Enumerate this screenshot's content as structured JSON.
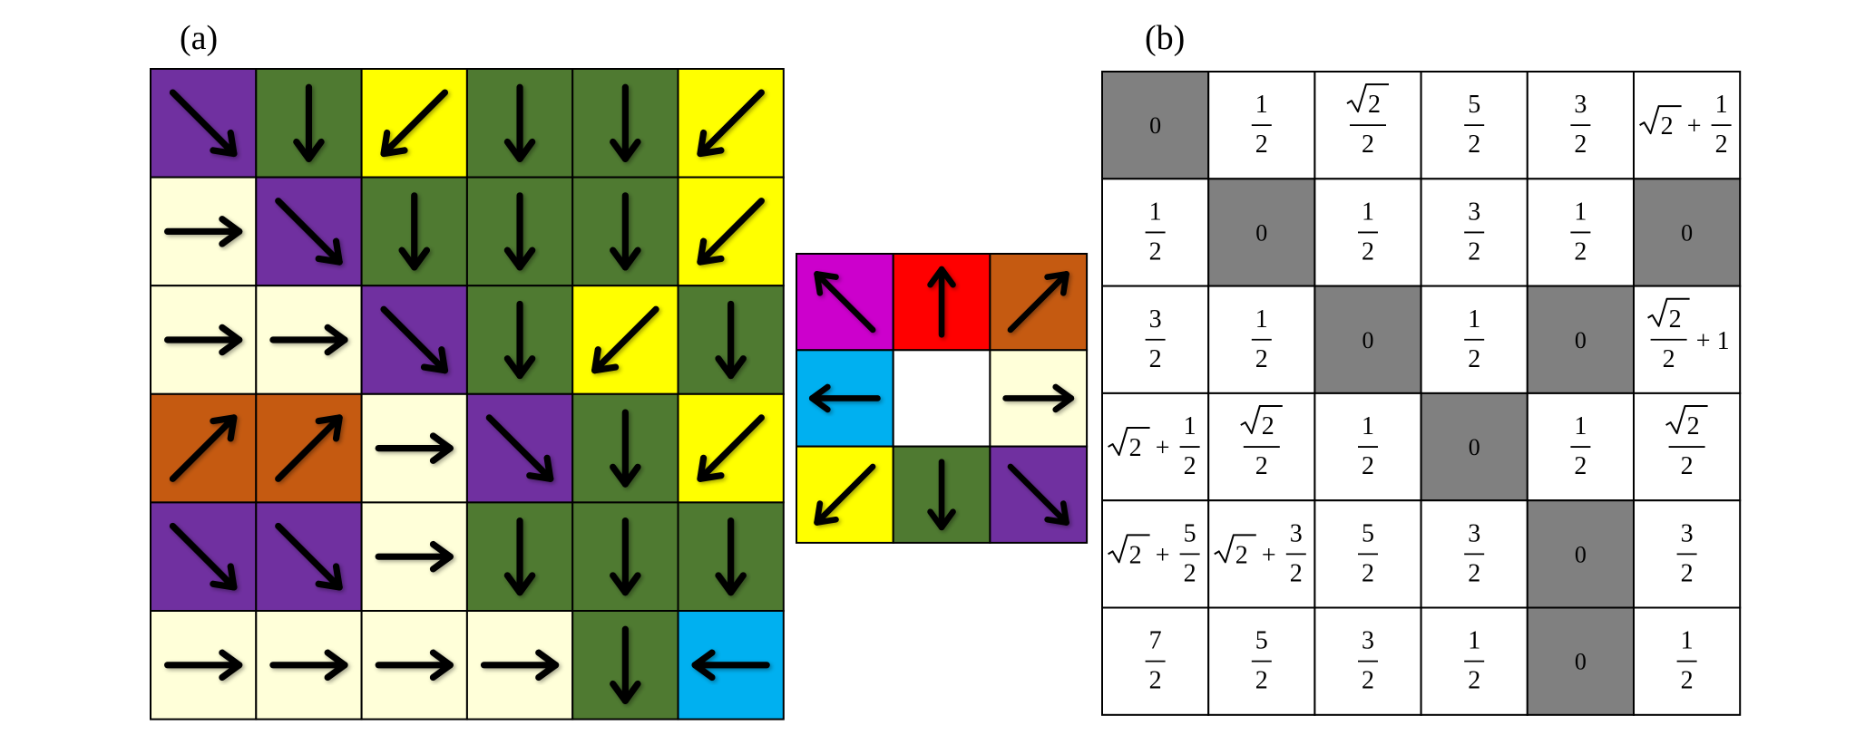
{
  "panel_a": {
    "label": "(a)",
    "grid": [
      [
        {
          "color": "purple",
          "dir": "down-right"
        },
        {
          "color": "green",
          "dir": "down"
        },
        {
          "color": "yellow",
          "dir": "down-left"
        },
        {
          "color": "green",
          "dir": "down"
        },
        {
          "color": "green",
          "dir": "down"
        },
        {
          "color": "yellow",
          "dir": "down-left"
        }
      ],
      [
        {
          "color": "cream",
          "dir": "right"
        },
        {
          "color": "purple",
          "dir": "down-right"
        },
        {
          "color": "green",
          "dir": "down"
        },
        {
          "color": "green",
          "dir": "down"
        },
        {
          "color": "green",
          "dir": "down"
        },
        {
          "color": "yellow",
          "dir": "down-left"
        }
      ],
      [
        {
          "color": "cream",
          "dir": "right"
        },
        {
          "color": "cream",
          "dir": "right"
        },
        {
          "color": "purple",
          "dir": "down-right"
        },
        {
          "color": "green",
          "dir": "down"
        },
        {
          "color": "yellow",
          "dir": "down-left"
        },
        {
          "color": "green",
          "dir": "down"
        }
      ],
      [
        {
          "color": "orange",
          "dir": "up-right"
        },
        {
          "color": "orange",
          "dir": "up-right"
        },
        {
          "color": "cream",
          "dir": "right"
        },
        {
          "color": "purple",
          "dir": "down-right"
        },
        {
          "color": "green",
          "dir": "down"
        },
        {
          "color": "yellow",
          "dir": "down-left"
        }
      ],
      [
        {
          "color": "purple",
          "dir": "down-right"
        },
        {
          "color": "purple",
          "dir": "down-right"
        },
        {
          "color": "cream",
          "dir": "right"
        },
        {
          "color": "green",
          "dir": "down"
        },
        {
          "color": "green",
          "dir": "down"
        },
        {
          "color": "green",
          "dir": "down"
        }
      ],
      [
        {
          "color": "cream",
          "dir": "right"
        },
        {
          "color": "cream",
          "dir": "right"
        },
        {
          "color": "cream",
          "dir": "right"
        },
        {
          "color": "cream",
          "dir": "right"
        },
        {
          "color": "green",
          "dir": "down"
        },
        {
          "color": "blue",
          "dir": "left"
        }
      ]
    ]
  },
  "legend": {
    "grid": [
      [
        {
          "color": "magenta",
          "dir": "up-left"
        },
        {
          "color": "red",
          "dir": "up"
        },
        {
          "color": "orange",
          "dir": "up-right"
        }
      ],
      [
        {
          "color": "blue",
          "dir": "left"
        },
        {
          "color": "white",
          "dir": "none"
        },
        {
          "color": "cream",
          "dir": "right"
        }
      ],
      [
        {
          "color": "yellow",
          "dir": "down-left"
        },
        {
          "color": "green",
          "dir": "down"
        },
        {
          "color": "purple",
          "dir": "down-right"
        }
      ]
    ]
  },
  "panel_b": {
    "label": "(b)",
    "grid": [
      [
        {
          "value": "0",
          "shaded": true
        },
        {
          "value": "1/2"
        },
        {
          "value": "√2/2"
        },
        {
          "value": "5/2"
        },
        {
          "value": "3/2"
        },
        {
          "value": "√2 + 1/2"
        }
      ],
      [
        {
          "value": "1/2"
        },
        {
          "value": "0",
          "shaded": true
        },
        {
          "value": "1/2"
        },
        {
          "value": "3/2"
        },
        {
          "value": "1/2"
        },
        {
          "value": "0",
          "shaded": true
        }
      ],
      [
        {
          "value": "3/2"
        },
        {
          "value": "1/2"
        },
        {
          "value": "0",
          "shaded": true
        },
        {
          "value": "1/2"
        },
        {
          "value": "0",
          "shaded": true
        },
        {
          "value": "√2/2 + 1"
        }
      ],
      [
        {
          "value": "√2 + 1/2"
        },
        {
          "value": "√2/2"
        },
        {
          "value": "1/2"
        },
        {
          "value": "0",
          "shaded": true
        },
        {
          "value": "1/2"
        },
        {
          "value": "√2/2"
        }
      ],
      [
        {
          "value": "√2 + 5/2"
        },
        {
          "value": "√2 + 3/2"
        },
        {
          "value": "5/2"
        },
        {
          "value": "3/2"
        },
        {
          "value": "0",
          "shaded": true
        },
        {
          "value": "3/2"
        }
      ],
      [
        {
          "value": "7/2"
        },
        {
          "value": "5/2"
        },
        {
          "value": "3/2"
        },
        {
          "value": "1/2"
        },
        {
          "value": "0",
          "shaded": true
        },
        {
          "value": "1/2"
        }
      ]
    ]
  },
  "colors": {
    "purple": "#7030A0",
    "green": "#4F7A31",
    "yellow": "#FFFF00",
    "cream": "#FFFFD9",
    "orange": "#C55A11",
    "blue": "#00B0F0",
    "magenta": "#CC00CC",
    "red": "#FF0000",
    "white": "#FFFFFF",
    "shade": "#808080"
  }
}
